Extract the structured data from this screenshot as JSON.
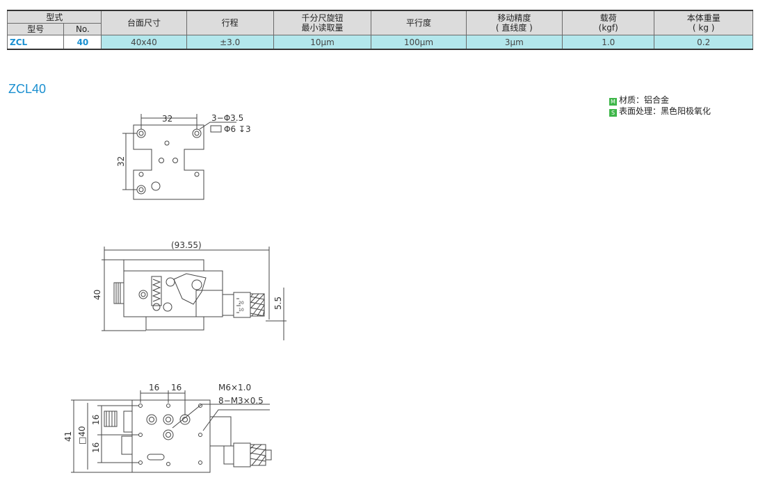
{
  "table": {
    "group_header": "型式",
    "headers": {
      "model": "型号",
      "no": "No.",
      "table_size": "台面尺寸",
      "travel": "行程",
      "micrometer_line1": "千分尺旋钮",
      "micrometer_line2": "最小读取量",
      "parallelism": "平行度",
      "accuracy_line1": "移动精度",
      "accuracy_line2": "( 直线度 )",
      "load_line1": "载荷",
      "load_line2": "(kgf)",
      "weight_line1": "本体重量",
      "weight_line2": "( kg )"
    },
    "row": {
      "model": "ZCL",
      "no": "40",
      "table_size": "40x40",
      "travel": "±3.0",
      "micrometer": "10μm",
      "parallelism": "100μm",
      "accuracy": "3μm",
      "load": "1.0",
      "weight": "0.2"
    }
  },
  "model_title": "ZCL40",
  "material": {
    "m_badge": "M",
    "m_text": "材质：铝合金",
    "s_badge": "S",
    "s_text": "表面处理：黑色阳极氧化"
  },
  "drawings": {
    "top_view": {
      "dim_width": "32",
      "dim_height": "32",
      "hole_callout_line1": "3−Φ3.5",
      "hole_callout_line2": "Φ6 ↧3"
    },
    "side_view": {
      "dim_length": "(93.55)",
      "dim_height": "40",
      "dim_offset": "5.5",
      "scale_mark_1": "20",
      "scale_mark_2": "10"
    },
    "bottom_view": {
      "dim_pitch_1": "16",
      "dim_pitch_2": "16",
      "callout_thread_1": "M6×1.0",
      "callout_thread_2": "8−M3×0.5",
      "dim_total_height": "41",
      "dim_square": "□40",
      "dim_v_pitch_1": "16",
      "dim_v_pitch_2": "16"
    }
  }
}
